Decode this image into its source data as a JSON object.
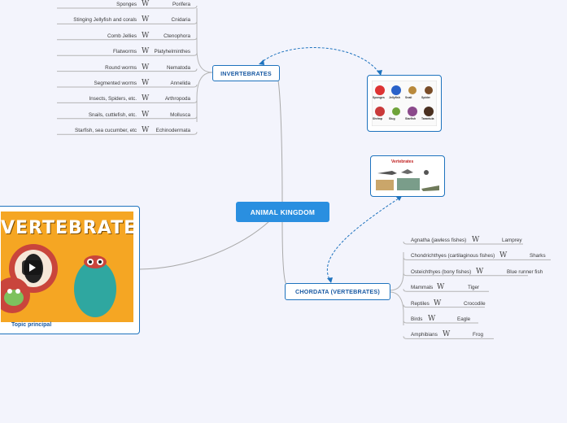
{
  "central": {
    "label": "ANIMAL KINGDOM"
  },
  "invertebrates": {
    "label": "INVERTEBRATES",
    "items": [
      {
        "example": "Sponges",
        "phylum": "Porifera"
      },
      {
        "example": "Stinging Jellyfish and corals",
        "phylum": "Cnidaria"
      },
      {
        "example": "Comb Jellies",
        "phylum": "Ctenophora"
      },
      {
        "example": "Flatworms",
        "phylum": "Platyhelminthes"
      },
      {
        "example": "Round worms",
        "phylum": "Nematoda"
      },
      {
        "example": "Segmented worms",
        "phylum": "Annelida"
      },
      {
        "example": "Insects, Spiders, etc.",
        "phylum": "Arthropoda"
      },
      {
        "example": "Snails, cuttlefish, etc.",
        "phylum": "Mollusca"
      },
      {
        "example": "Starfish, sea cucumber, etc",
        "phylum": "Echinodermata"
      }
    ],
    "image_labels": [
      "Sponges",
      "Jellyfish",
      "Snail",
      "Spider",
      "Shrimp",
      "Slug",
      "Starfish",
      "Tarantula"
    ]
  },
  "chordata": {
    "label": "CHORDATA  (VERTEBRATES)",
    "items": [
      {
        "group": "Agnatha (jawless fishes)",
        "example": "Lamprey"
      },
      {
        "group": "Chondrichthyes (cartilaginous fishes)",
        "example": "Sharks"
      },
      {
        "group": "Osteichthyes (bony fishes)",
        "example": "Blue runner fish"
      },
      {
        "group": "Mammals",
        "example": "Tiger"
      },
      {
        "group": "Reptiles",
        "example": "Crocodile"
      },
      {
        "group": "Birds",
        "example": "Eagle"
      },
      {
        "group": "Amphibians",
        "example": "Frog"
      }
    ],
    "image_title": "Vertebrates"
  },
  "video": {
    "banner_text": "VERTEBRATES",
    "caption": "Topic principal"
  },
  "wiki_glyph": "W",
  "colors": {
    "accent": "#1e73be",
    "central": "#2a8fe0",
    "video_bg": "#f5a623",
    "line": "#b4b4b4"
  }
}
